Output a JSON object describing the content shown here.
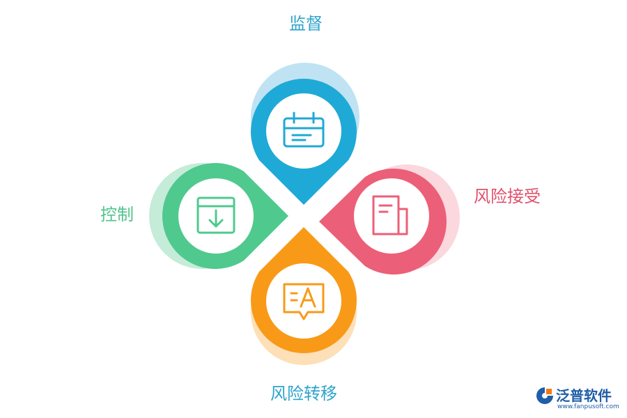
{
  "labels": {
    "top": "监督",
    "right": "风险接受",
    "left": "控制",
    "bottom": "风险转移"
  },
  "colors": {
    "top": "#1fa9d6",
    "top_shadow": "#bfe3f3",
    "right": "#ec5f78",
    "right_shadow": "#fad8de",
    "left": "#4fc98e",
    "left_shadow": "#c4ecd8",
    "bottom": "#f89a18",
    "bottom_shadow": "#fde0b8",
    "label_top": "#2ea3cc",
    "label_right": "#e0506b",
    "label_left": "#52c48c",
    "label_bottom": "#2ea3cc"
  },
  "icons": {
    "top": "calendar-icon",
    "right": "document-icon",
    "left": "download-box-icon",
    "bottom": "speech-bubble-text-icon"
  },
  "logo": {
    "name": "泛普软件",
    "url": "www.fanpusoft.com"
  }
}
